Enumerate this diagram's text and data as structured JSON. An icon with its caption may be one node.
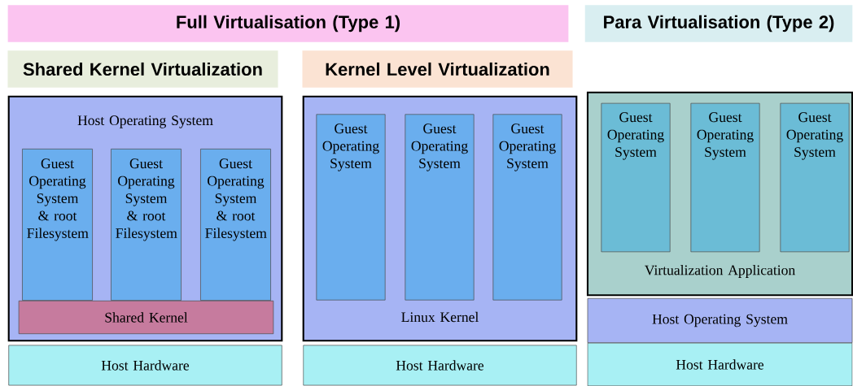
{
  "diagram": {
    "nodes": [
      {
        "text": [
          "Full Virtualisation (Type 1)"
        ]
      },
      {
        "text": [
          "Para Virtualisation (Type 2)"
        ]
      },
      {
        "text": [
          "Shared Kernel Virtualization"
        ]
      },
      {
        "text": [
          "Kernel Level Virtualization"
        ]
      },
      {
        "text": [
          "Host Operating System"
        ]
      },
      {
        "text": [
          "Guest Operating System & root Filesystem"
        ],
        "in": 4
      },
      {
        "text": [
          "Guest Operating System & root Filesystem"
        ],
        "in": 4
      },
      {
        "text": [
          "Guest Operating System & root Filesystem"
        ],
        "in": 4
      },
      {
        "text": [
          "Shared Kernel"
        ],
        "in": 4
      },
      {
        "text": [
          "Host Hardware"
        ]
      },
      {
        "text": [
          "Linux Kernel"
        ]
      },
      {
        "text": [
          "Guest Operating System"
        ],
        "in": 10
      },
      {
        "text": [
          "Guest Operating System"
        ],
        "in": 10
      },
      {
        "text": [
          "Guest Operating System"
        ],
        "in": 10
      },
      {
        "text": [
          "Host Hardware"
        ]
      },
      {
        "text": [
          "Virtualization Application"
        ]
      },
      {
        "text": [
          "Guest Operating System"
        ],
        "in": 15
      },
      {
        "text": [
          "Guest Operating System"
        ],
        "in": 15
      },
      {
        "text": [
          "Guest Operating System"
        ],
        "in": 15
      },
      {
        "text": [
          "Host Operating System"
        ]
      },
      {
        "text": [
          "Host Hardware"
        ]
      }
    ]
  }
}
